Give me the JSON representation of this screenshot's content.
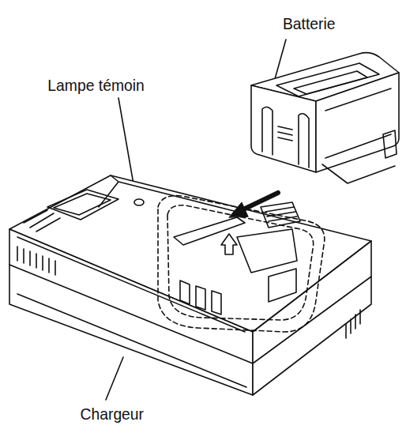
{
  "diagram": {
    "labels": [
      "Batterie",
      "Lampe témoin",
      "Chargeur"
    ]
  }
}
